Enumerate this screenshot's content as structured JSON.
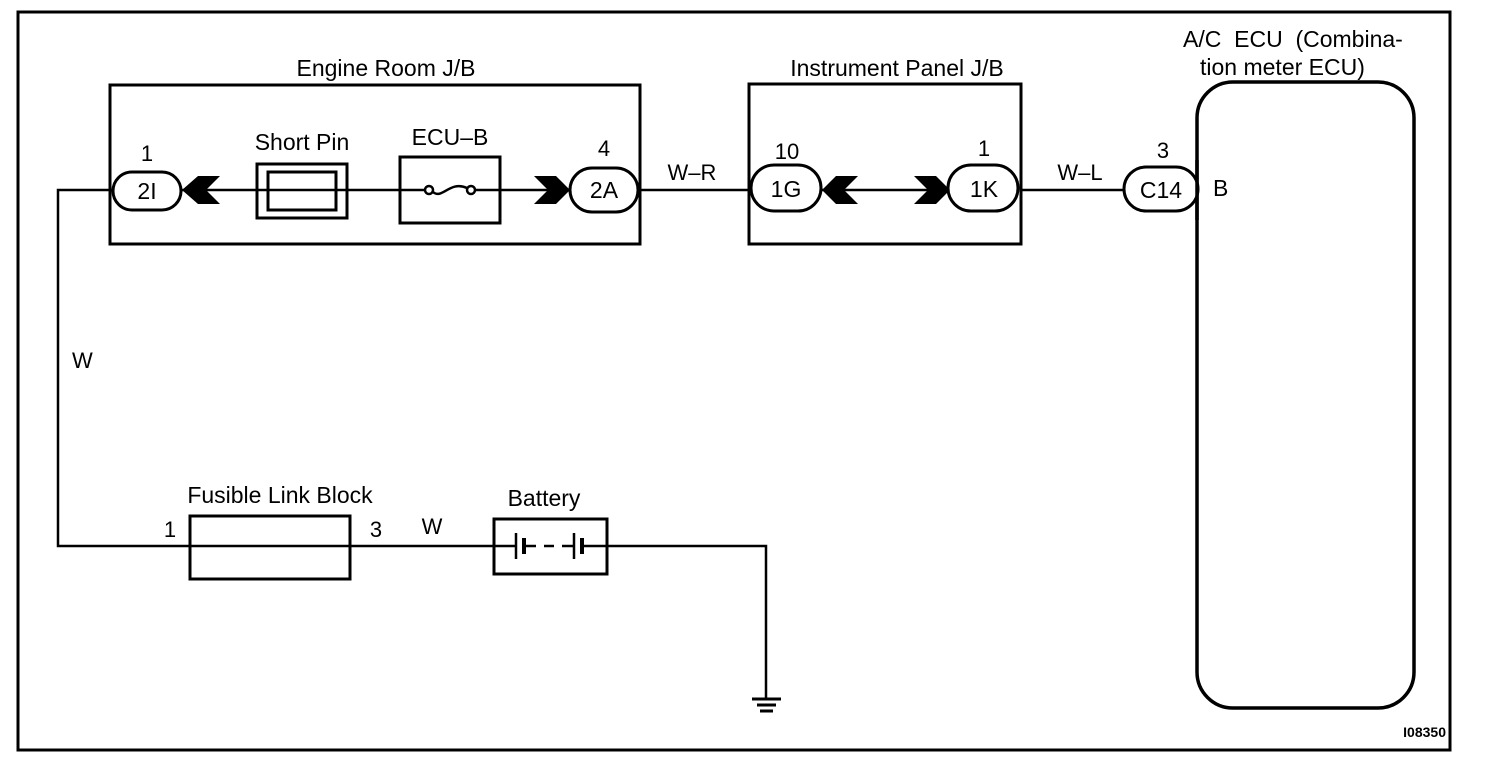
{
  "diagram": {
    "figure_id": "I08350",
    "ink_color": "#000000",
    "background_color": "#ffffff",
    "components": {
      "engine_room_jb": {
        "label": "Engine Room J/B",
        "short_pin_label": "Short Pin",
        "fuse_label": "ECU–B",
        "connector_left": {
          "code": "2I",
          "pin": "1"
        },
        "connector_right": {
          "code": "2A",
          "pin": "4"
        }
      },
      "instrument_panel_jb": {
        "label": "Instrument Panel J/B",
        "connector_left": {
          "code": "1G",
          "pin": "10"
        },
        "connector_right": {
          "code": "1K",
          "pin": "1"
        }
      },
      "ac_ecu": {
        "label_line1": "A/C  ECU  (Combina-",
        "label_line2": "tion meter ECU)",
        "connector": {
          "code": "C14",
          "pin": "3"
        },
        "terminal": "B"
      },
      "fusible_link_block": {
        "label": "Fusible Link Block",
        "pin_left": "1",
        "pin_right": "3"
      },
      "battery": {
        "label": "Battery"
      },
      "ground": {
        "symbol": "ground-icon"
      }
    },
    "wires": {
      "jb_to_ipjb": "W–R",
      "ipjb_to_ecu": "W–L",
      "fl_to_jb": "W",
      "fl_to_battery": "W"
    }
  }
}
